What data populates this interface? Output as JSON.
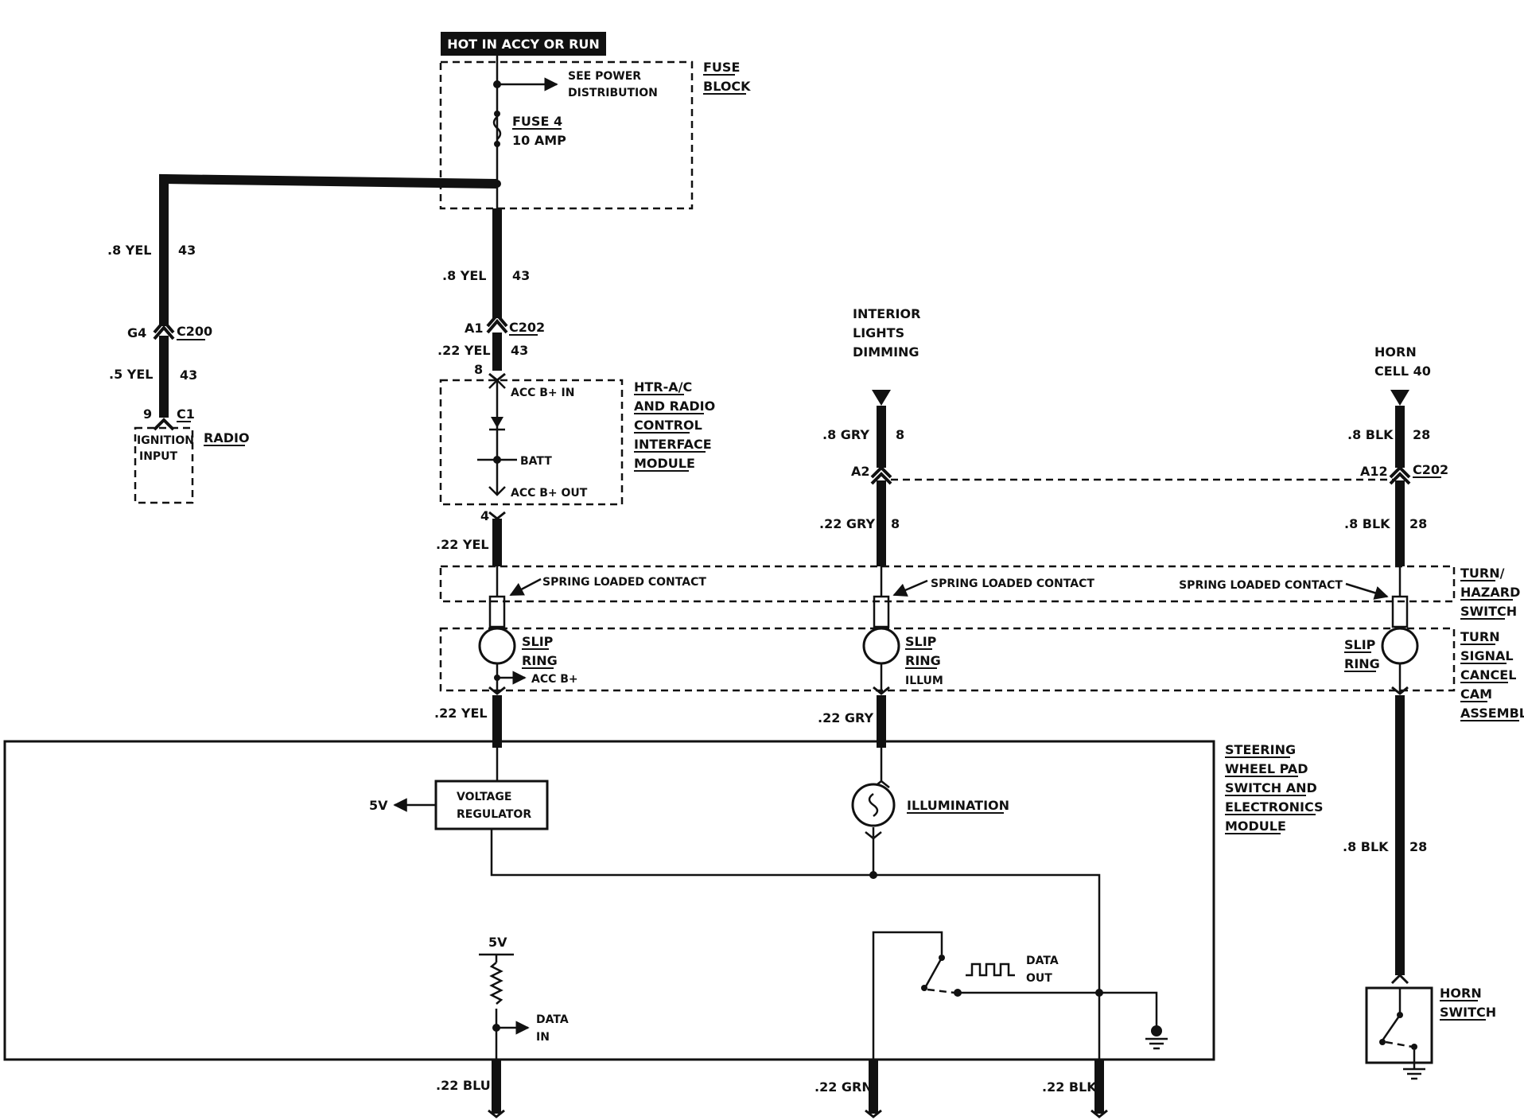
{
  "fuse_block": {
    "hot_tag": "HOT IN ACCY OR RUN",
    "see_power_1": "SEE POWER",
    "see_power_2": "DISTRIBUTION",
    "fuse_name": "FUSE 4",
    "fuse_rating": "10 AMP",
    "title_1": "FUSE",
    "title_2": "BLOCK"
  },
  "radio_circuit": {
    "wire_upper": ".8 YEL",
    "wire_upper_num": "43",
    "conn_pin": "G4",
    "conn_name": "C200",
    "wire_lower": ".5 YEL",
    "wire_lower_num": "43",
    "c1_pin": "9",
    "c1_name": "C1",
    "input_1": "IGNITION",
    "input_2": "INPUT",
    "radio_label": "RADIO"
  },
  "acc_circuit": {
    "wire_upper": ".8 YEL",
    "wire_upper_num": "43",
    "conn_pin": "A1",
    "conn_name": "C202",
    "wire_mid": ".22 YEL",
    "wire_mid_num": "43",
    "pin_in": "8",
    "acc_in": "ACC B+ IN",
    "batt": "BATT",
    "acc_out": "ACC B+ OUT",
    "pin_out": "4",
    "wire_lower": ".22 YEL",
    "module_1": "HTR-A/C",
    "module_2": "AND RADIO",
    "module_3": "CONTROL",
    "module_4": "INTERFACE",
    "module_5": "MODULE",
    "spring_contact": "SPRING LOADED CONTACT",
    "slip_1": "SLIP",
    "slip_2": "RING",
    "slip_out": "ACC B+",
    "wire_bottom": ".22 YEL"
  },
  "illum_circuit": {
    "source_1": "INTERIOR",
    "source_2": "LIGHTS",
    "source_3": "DIMMING",
    "wire_upper": ".8 GRY",
    "wire_upper_num": "8",
    "conn_pin": "A2",
    "wire_mid": ".22 GRY",
    "wire_mid_num": "8",
    "spring_contact": "SPRING LOADED CONTACT",
    "slip_1": "SLIP",
    "slip_2": "RING",
    "slip_out": "ILLUM",
    "wire_bottom": ".22 GRY"
  },
  "horn_circuit": {
    "source_1": "HORN",
    "source_2": "CELL 40",
    "wire_upper": ".8 BLK",
    "wire_upper_num": "28",
    "conn_pin": "A12",
    "conn_name": "C202",
    "wire_mid": ".8 BLK",
    "wire_mid_num": "28",
    "spring_contact": "SPRING LOADED CONTACT",
    "slip_1": "SLIP",
    "slip_2": "RING",
    "wire_lower": ".8 BLK",
    "wire_lower_num": "28",
    "switch_1": "HORN",
    "switch_2": "SWITCH"
  },
  "turn_hazard": {
    "line_1": "TURN/",
    "line_2": "HAZARD",
    "line_3": "SWITCH"
  },
  "cancel_cam": {
    "line_1": "TURN",
    "line_2": "SIGNAL",
    "line_3": "CANCEL",
    "line_4": "CAM",
    "line_5": "ASSEMBLY"
  },
  "module": {
    "title_1": "STEERING",
    "title_2": "WHEEL PAD",
    "title_3": "SWITCH AND",
    "title_4": "ELECTRONICS",
    "title_5": "MODULE",
    "vreg_1": "VOLTAGE",
    "vreg_2": "REGULATOR",
    "vreg_out": "5V",
    "illumination": "ILLUMINATION",
    "data_out_1": "DATA",
    "data_out_2": "OUT",
    "pullup_v": "5V",
    "data_in_1": "DATA",
    "data_in_2": "IN"
  },
  "bottom_wires": {
    "blu": ".22 BLU",
    "grn": ".22 GRN",
    "blk": ".22 BLK"
  }
}
